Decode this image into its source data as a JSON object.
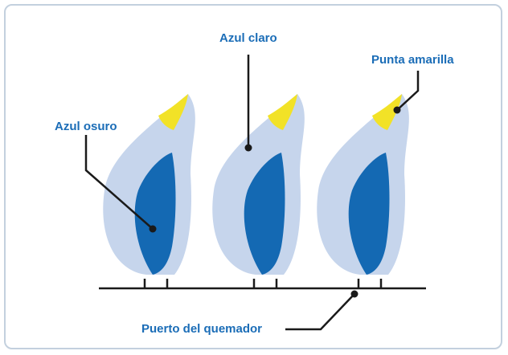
{
  "labels": {
    "dark_blue": "Azul osuro",
    "light_blue": "Azul claro",
    "yellow_tip": "Punta amarilla",
    "burner_port": "Puerto del quemador"
  },
  "colors": {
    "frame_border": "#c3d0de",
    "outer_flame": "#c6d5ec",
    "inner_flame": "#1469b3",
    "tip": "#f2e227",
    "label_text": "#1b6db7",
    "line": "#1a1a1a"
  }
}
